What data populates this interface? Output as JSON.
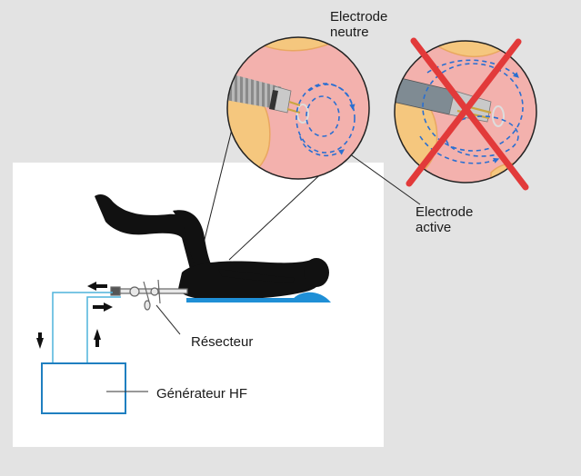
{
  "labels": {
    "neutral_electrode": [
      "Electrode",
      "neutre"
    ],
    "active_electrode": [
      "Electrode",
      "active"
    ],
    "resector": "Résecteur",
    "generator": "Générateur HF"
  },
  "colors": {
    "background": "#e3e3e3",
    "panel": "#ffffff",
    "wire": "#4fb3dc",
    "generator_box": "#1f7fc0",
    "tissue_pink": "#f3b1ad",
    "tissue_yellow": "#f5c77e",
    "current_arrows": "#2a6fd1",
    "cross": "#e23a3a",
    "silhouette": "#111111",
    "pad": "#1f8fd6"
  },
  "icons": [
    "current-flow-arrows",
    "red-cross",
    "patient-silhouette",
    "resector-instrument",
    "flow-direction-arrows"
  ]
}
